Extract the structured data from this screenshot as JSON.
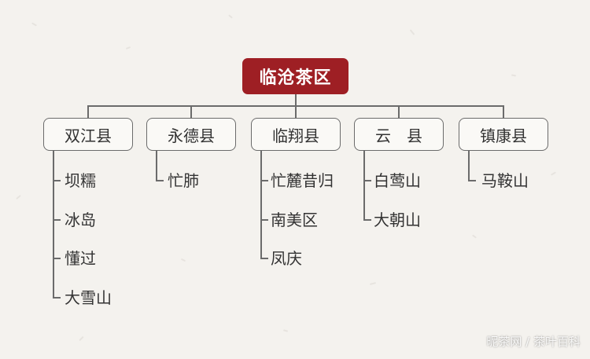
{
  "diagram": {
    "root": "临沧茶区",
    "counties": [
      {
        "name": "双江县",
        "areas": [
          "坝糯",
          "冰岛",
          "懂过",
          "大雪山"
        ]
      },
      {
        "name": "永德县",
        "areas": [
          "忙肺"
        ]
      },
      {
        "name": "临翔县",
        "areas": [
          "忙麓昔归",
          "南美区",
          "凤庆"
        ]
      },
      {
        "name": "云　县",
        "areas": [
          "白莺山",
          "大朝山"
        ]
      },
      {
        "name": "镇康县",
        "areas": [
          "马鞍山"
        ]
      }
    ]
  },
  "watermark": "昵茶网 / 茶叶百科",
  "colors": {
    "root_fill": "#9e1f24",
    "line": "#6b6b6b",
    "background": "#f4f2ee"
  }
}
